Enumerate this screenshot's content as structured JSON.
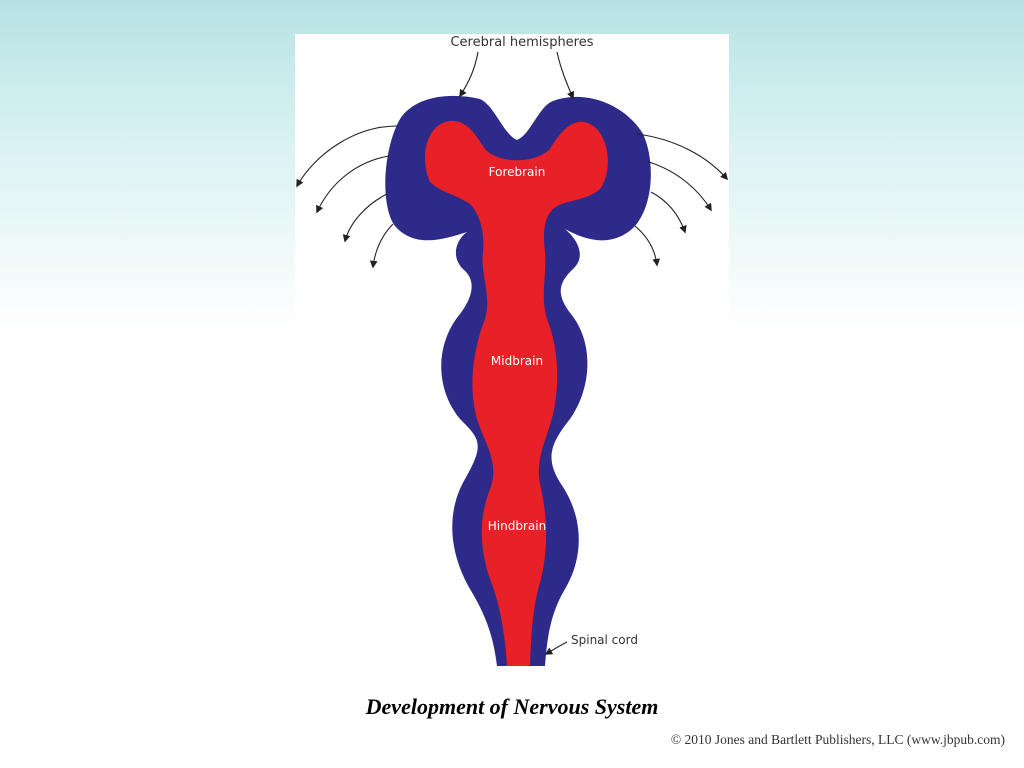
{
  "diagram": {
    "labels": {
      "cerebral_hemispheres": "Cerebral hemispheres",
      "forebrain": "Forebrain",
      "midbrain": "Midbrain",
      "hindbrain": "Hindbrain",
      "spinal_cord": "Spinal cord"
    },
    "colors": {
      "outer_wall": "#2d2a8a",
      "inner_canal": "#e82027",
      "arrow": "#222222",
      "label_on_red": "#ffffff",
      "label_on_white": "#333333"
    }
  },
  "caption": "Development of Nervous System",
  "copyright": "© 2010 Jones and Bartlett Publishers, LLC (www.jbpub.com)"
}
